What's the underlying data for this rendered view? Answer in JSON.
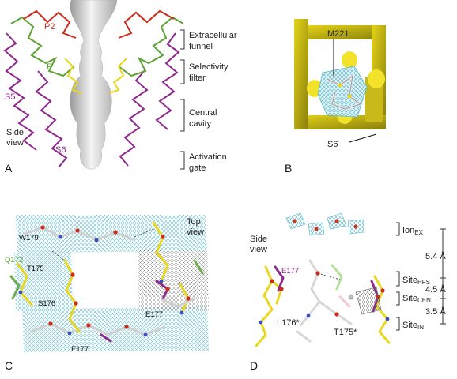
{
  "panels": [
    {
      "letter": "A",
      "labels": {
        "p2": "P2",
        "p": "P",
        "s5": "S5",
        "s6": "S6",
        "side_view_1": "Side",
        "side_view_2": "view"
      },
      "regions": [
        {
          "line1": "Extracellular",
          "line2": "funnel"
        },
        {
          "line1": "Selectivity",
          "line2": "filter"
        },
        {
          "line1": "Central",
          "line2": "cavity"
        },
        {
          "line1": "Activation",
          "line2": "gate"
        }
      ]
    },
    {
      "letter": "B",
      "labels": {
        "m221": "M221",
        "s6": "S6"
      }
    },
    {
      "letter": "C",
      "labels": {
        "top_view_1": "Top",
        "top_view_2": "view",
        "w179": "W179",
        "q172": "Q172",
        "t175": "T175",
        "s176": "S176",
        "e177_right": "E177",
        "e177_bottom": "E177"
      }
    },
    {
      "letter": "D",
      "labels": {
        "side_view_1": "Side",
        "side_view_2": "view",
        "e177": "E177",
        "l176": "L176*",
        "t175": "T175*"
      },
      "sites": [
        {
          "main": "Ion",
          "sub": "EX"
        },
        {
          "main": "Site",
          "sub": "HFS"
        },
        {
          "main": "Site",
          "sub": "CEN"
        },
        {
          "main": "Site",
          "sub": "IN"
        }
      ],
      "distances": [
        "5.4 Å",
        "4.5 Å",
        "3.5 Å"
      ]
    }
  ],
  "colors": {
    "magenta": "#8e2a8c",
    "green": "#5fa236",
    "red": "#cc2a1a",
    "yellow": "#e8d81f",
    "olive": "#b8a818",
    "mesh": "#5ab8c8",
    "gray": "#c8c8c8",
    "ion": "#c0392b"
  }
}
